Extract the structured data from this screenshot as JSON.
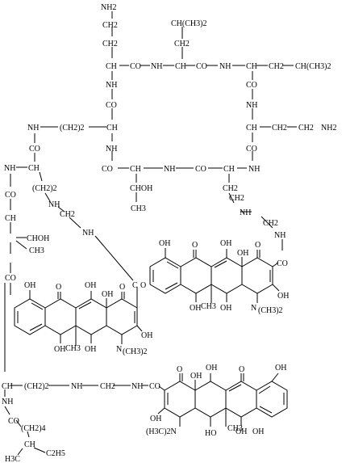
{
  "figure": {
    "background": "#ffffff",
    "ink": "#000000",
    "labels": {
      "l01": "NH2",
      "l02": "CH(CH3)2",
      "l03": "CH2",
      "l04": "CH2",
      "l05": "CH",
      "l06": "CO",
      "l07": "NH",
      "l08": "CH",
      "l09": "CO",
      "l10": "NH",
      "l11": "CH",
      "l12": "CH2",
      "l13": "CH(CH3)2",
      "l14": "NH",
      "l15": "CO",
      "l16": "NH",
      "l17": "CO",
      "l18": "NH",
      "l19": "(CH2)2",
      "l20": "CH",
      "l21": "CH",
      "l22": "CH2",
      "l23": "CH2",
      "l24": "NH2",
      "l25": "CO",
      "l26": "NH",
      "l27": "CO",
      "l28": "CO",
      "l29": "CH",
      "l30": "NH",
      "l31": "CO",
      "l32": "CH",
      "l33": "NH",
      "l34": "NH",
      "l35": "CH",
      "l36": "(CH2)2",
      "l37": "CHOH",
      "l38": "CH2",
      "l39": "CO",
      "l40": "NH",
      "l41": "CH2",
      "l42": "CH3",
      "l43": "NH",
      "l44": "CH2",
      "l45": "CH",
      "l46": "CHOH",
      "l47": "CH3",
      "l48": "NH",
      "l49": "NH",
      "l50": "CO",
      "l51": "OH",
      "l52": "O",
      "l53": "OH",
      "l54": "O",
      "l55": "OH",
      "l56": "C",
      "l57": "O",
      "l58": "CO",
      "l59": "OH",
      "l60": "OH",
      "l61": "CH3",
      "l62": "OH",
      "l63": "N",
      "l64": "(CH3)2",
      "l65": "OH",
      "l66": "O",
      "l67": "OH",
      "l68": "O",
      "l69": "OH",
      "l70": "O",
      "l71": "OH",
      "l72": "CH3",
      "l73": "OH",
      "l74": "OH",
      "l75": "N",
      "l76": "(CH3)2",
      "l77": "CH",
      "l78": "(CH2)2",
      "l79": "NH",
      "l80": "CH2",
      "l81": "NH",
      "l82": "CO",
      "l83": "O",
      "l84": "OH",
      "l85": "O",
      "l86": "OH",
      "l87": "NH",
      "l88": "CO",
      "l89": "(CH2)4",
      "l90": "CH",
      "l91": "C2H5",
      "l92": "H3C",
      "l93": "OH",
      "l94": "OH",
      "l95": "(H3C)2N",
      "l96": "HO",
      "l97": "OH",
      "l98": "OH",
      "l99": "CH3"
    }
  }
}
